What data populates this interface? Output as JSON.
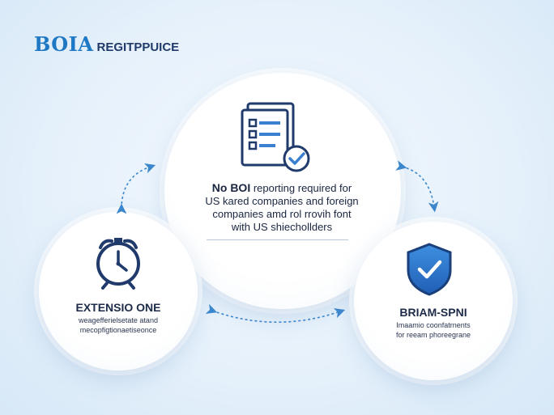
{
  "brand": {
    "main": "BOIA",
    "sub": "REGITPPUICE"
  },
  "center": {
    "title_lead": "No BOI",
    "lines": [
      " reporting required for",
      "US kared companies and foreign",
      "companies amd rol rrovih font",
      "with US shiechollders"
    ],
    "icon": "document-check-icon"
  },
  "left": {
    "title": "EXTENSIO ONE",
    "lines": [
      "weagefferielsetate atand",
      "mecopfigtionaetiseonce"
    ],
    "icon": "alarm-clock-icon"
  },
  "right": {
    "title": "BRIAM-SPNI",
    "lines": [
      "Imaamio coonfatrnents",
      "for reeam phoreegrane"
    ],
    "icon": "shield-check-icon"
  },
  "colors": {
    "accent": "#1e78c4",
    "navy": "#1f3a6b",
    "arrow": "#3b86cc"
  }
}
